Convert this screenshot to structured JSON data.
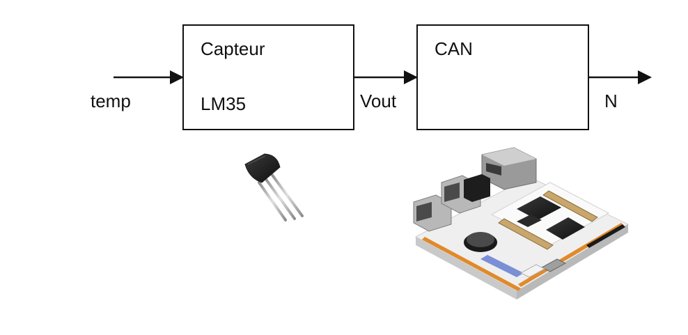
{
  "blocks": {
    "sensor": {
      "title": "Capteur",
      "model": "LM35"
    },
    "adc": {
      "title": "CAN"
    }
  },
  "signals": {
    "input": "temp",
    "middle": "Vout",
    "output": "N"
  },
  "images": {
    "sensor_component": "to92-transistor-icon",
    "dev_board": "microcontroller-board-icon"
  },
  "colors": {
    "stroke": "#111111",
    "board_pcb": "#f2f2f2",
    "chip": "#1a1a1a",
    "connector_tan": "#c9a66b",
    "metal": "#a9a9a9"
  }
}
